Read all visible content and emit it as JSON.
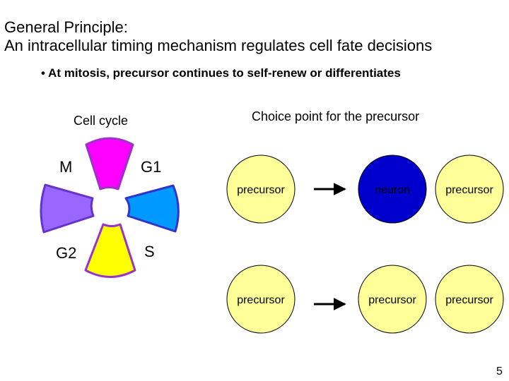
{
  "title": {
    "line1": "General Principle:",
    "line2": "An intracellular timing mechanism regulates cell fate decisions"
  },
  "bullet": "• At mitosis, precursor continues to self-renew or differentiates",
  "cell_cycle": {
    "label": "Cell cycle",
    "phases": [
      {
        "name": "M",
        "color": "#ff00ff"
      },
      {
        "name": "G1",
        "color": "#0099ff"
      },
      {
        "name": "S",
        "color": "#ffff00"
      },
      {
        "name": "G2",
        "color": "#9966ff"
      }
    ]
  },
  "choice": {
    "label": "Choice point for the precursor",
    "rows": [
      {
        "start": "precursor",
        "out1": "neuron",
        "out2": "precursor"
      },
      {
        "start": "precursor",
        "out1": "precursor",
        "out2": "precursor"
      }
    ]
  },
  "colors": {
    "circle_fill": "#ffff99",
    "neuron_fill": "#0000cc",
    "outline": "#000000"
  },
  "page_number": "5"
}
